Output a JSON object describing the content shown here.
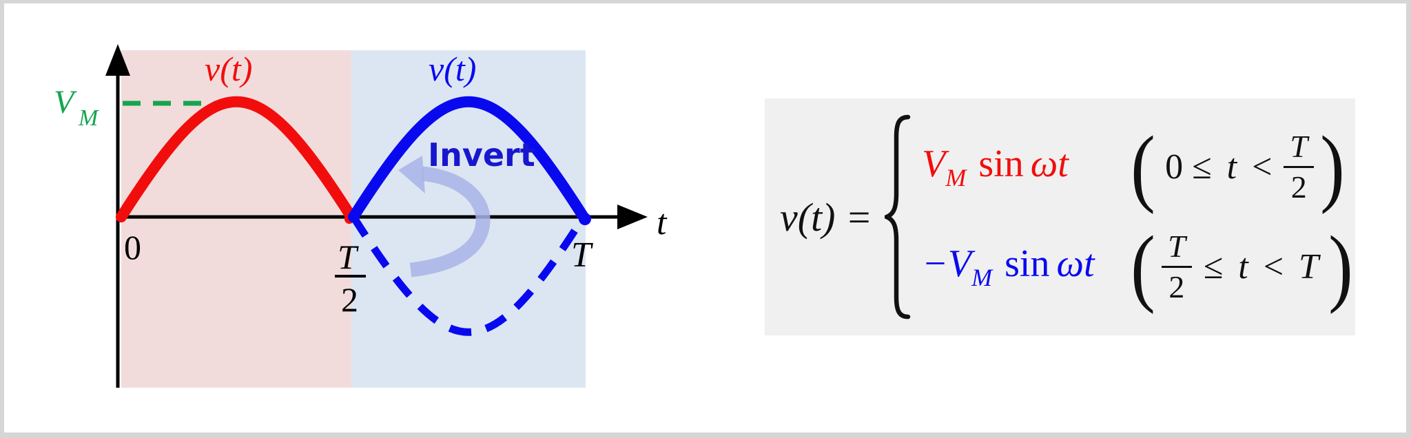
{
  "graph": {
    "regions": {
      "first_half_color": "#f2dcdb",
      "second_half_color": "#dce6f2"
    },
    "axis_color": "#000000",
    "x_axis_label": "t",
    "ticks": {
      "origin": "0",
      "half_period": {
        "num": "T",
        "den": "2"
      },
      "period": "T"
    },
    "peak_label": {
      "base": "V",
      "sub": "M",
      "color": "#16a54f"
    },
    "red_curve": {
      "label": "v(t)",
      "color": "#f20d0d"
    },
    "blue_curve": {
      "label": "v(t)",
      "color": "#0909f0"
    },
    "invert": {
      "label": "Invert",
      "text_color": "#1717cf",
      "arrow_color": "#a9b3e8"
    }
  },
  "equation": {
    "panel_background": "#f0f0f0",
    "lhs": "v(t) =",
    "cases": [
      {
        "color": "#f20d0d",
        "expr": {
          "coef": "V",
          "sub": "M",
          "fn": "sin",
          "arg": "ωt"
        },
        "cond": {
          "open": "(",
          "pre": "0 ≤",
          "t": "t",
          "lt": "<",
          "frac_num": "T",
          "frac_den": "2",
          "close": ")"
        }
      },
      {
        "color": "#0909f0",
        "expr": {
          "coef": "−V",
          "sub": "M",
          "fn": "sin",
          "arg": "ωt"
        },
        "cond": {
          "open": "(",
          "frac_num": "T",
          "frac_den": "2",
          "leq": "≤",
          "t": "t",
          "lt": "<",
          "end": "T",
          "close": ")"
        }
      }
    ]
  },
  "chart_data": {
    "type": "line",
    "title": "",
    "xlabel": "t",
    "ylabel": "",
    "x_ticks": [
      "0",
      "T/2",
      "T"
    ],
    "y_marker": "V_M",
    "grid": false,
    "series": [
      {
        "name": "v(t) = V_M sin ωt",
        "domain": [
          "0",
          "T/2"
        ],
        "style": "solid",
        "color": "#f20d0d",
        "peak": "V_M"
      },
      {
        "name": "v(t) = −V_M sin ωt",
        "domain": [
          "T/2",
          "T"
        ],
        "style": "solid",
        "color": "#0909f0",
        "peak": "V_M"
      },
      {
        "name": "original negative half-cycle (before invert)",
        "domain": [
          "T/2",
          "T"
        ],
        "style": "dashed",
        "color": "#0909f0",
        "trough": "−V_M"
      }
    ],
    "annotation": "Invert"
  }
}
